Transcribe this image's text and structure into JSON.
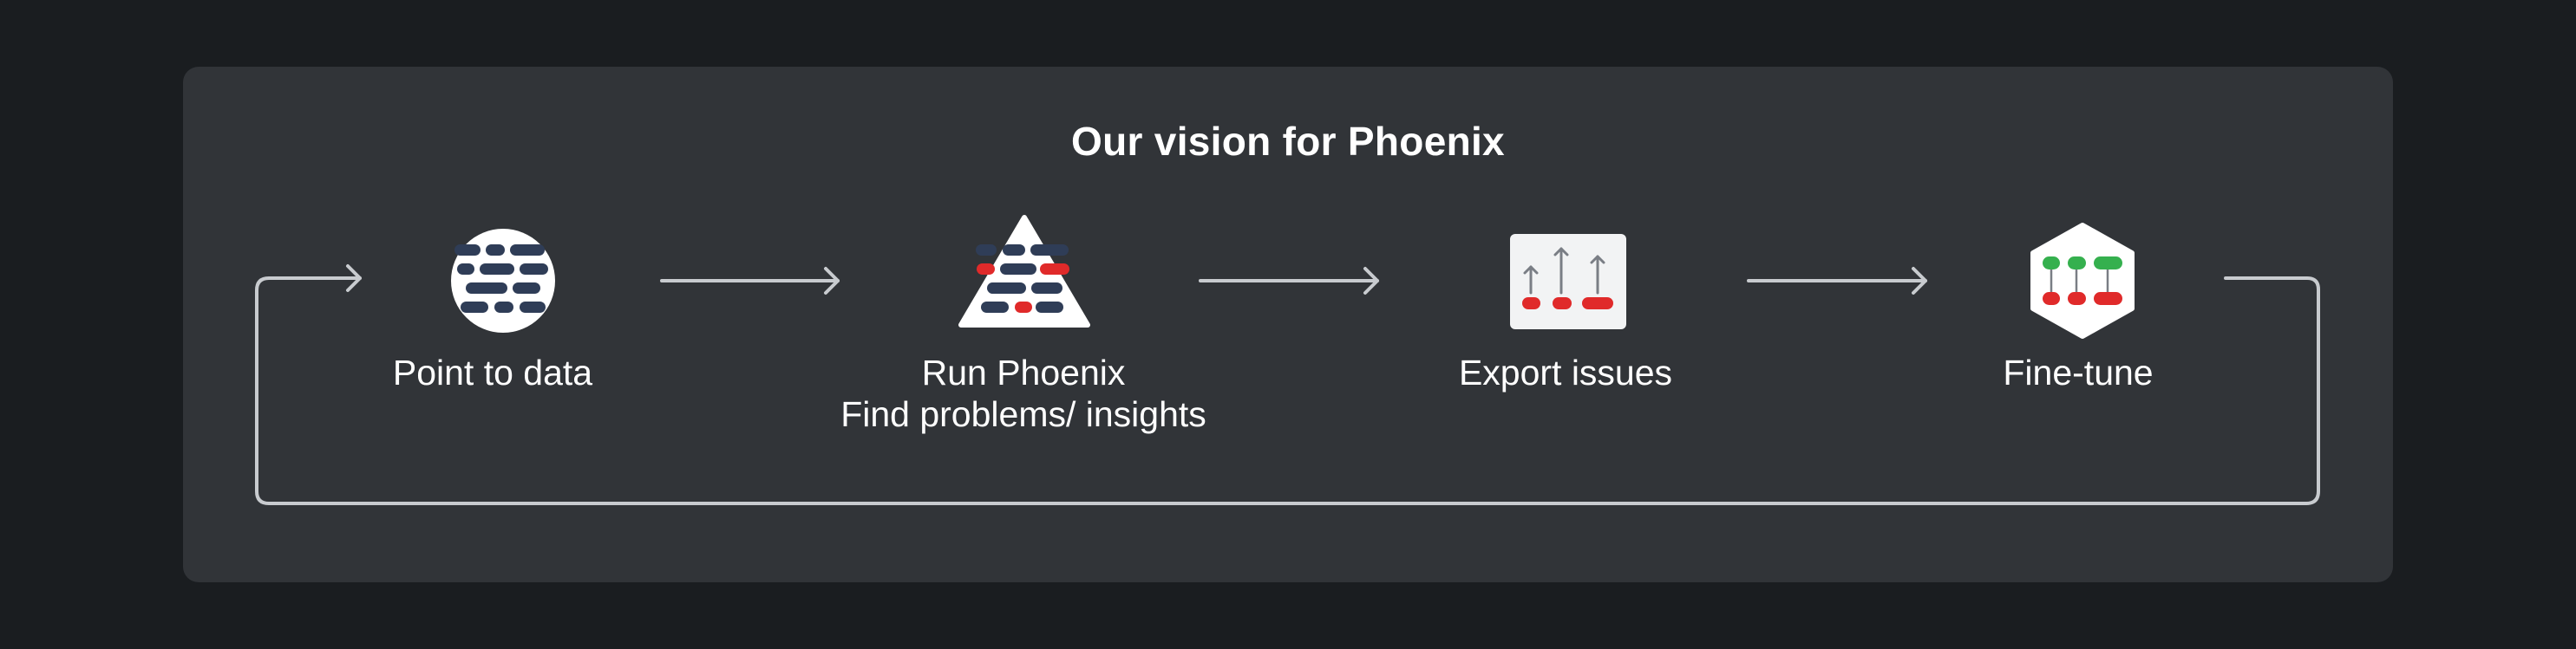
{
  "diagram": {
    "title": "Our vision for Phoenix",
    "steps": [
      {
        "label": "Point to data",
        "icon": "data-circle-icon"
      },
      {
        "label": "Run Phoenix",
        "sublabel": "Find problems/ insights",
        "icon": "pyramid-icon"
      },
      {
        "label": "Export issues",
        "icon": "export-card-icon"
      },
      {
        "label": "Fine-tune",
        "icon": "hexagon-tune-icon"
      }
    ],
    "colors": {
      "background": "#1a1d20",
      "panel": "#313438",
      "arrow": "#c8cbcf",
      "pill_dark": "#2f3d57",
      "pill_red": "#e02a2a",
      "pill_green": "#35b04e",
      "icon_fill": "#ffffff"
    }
  }
}
